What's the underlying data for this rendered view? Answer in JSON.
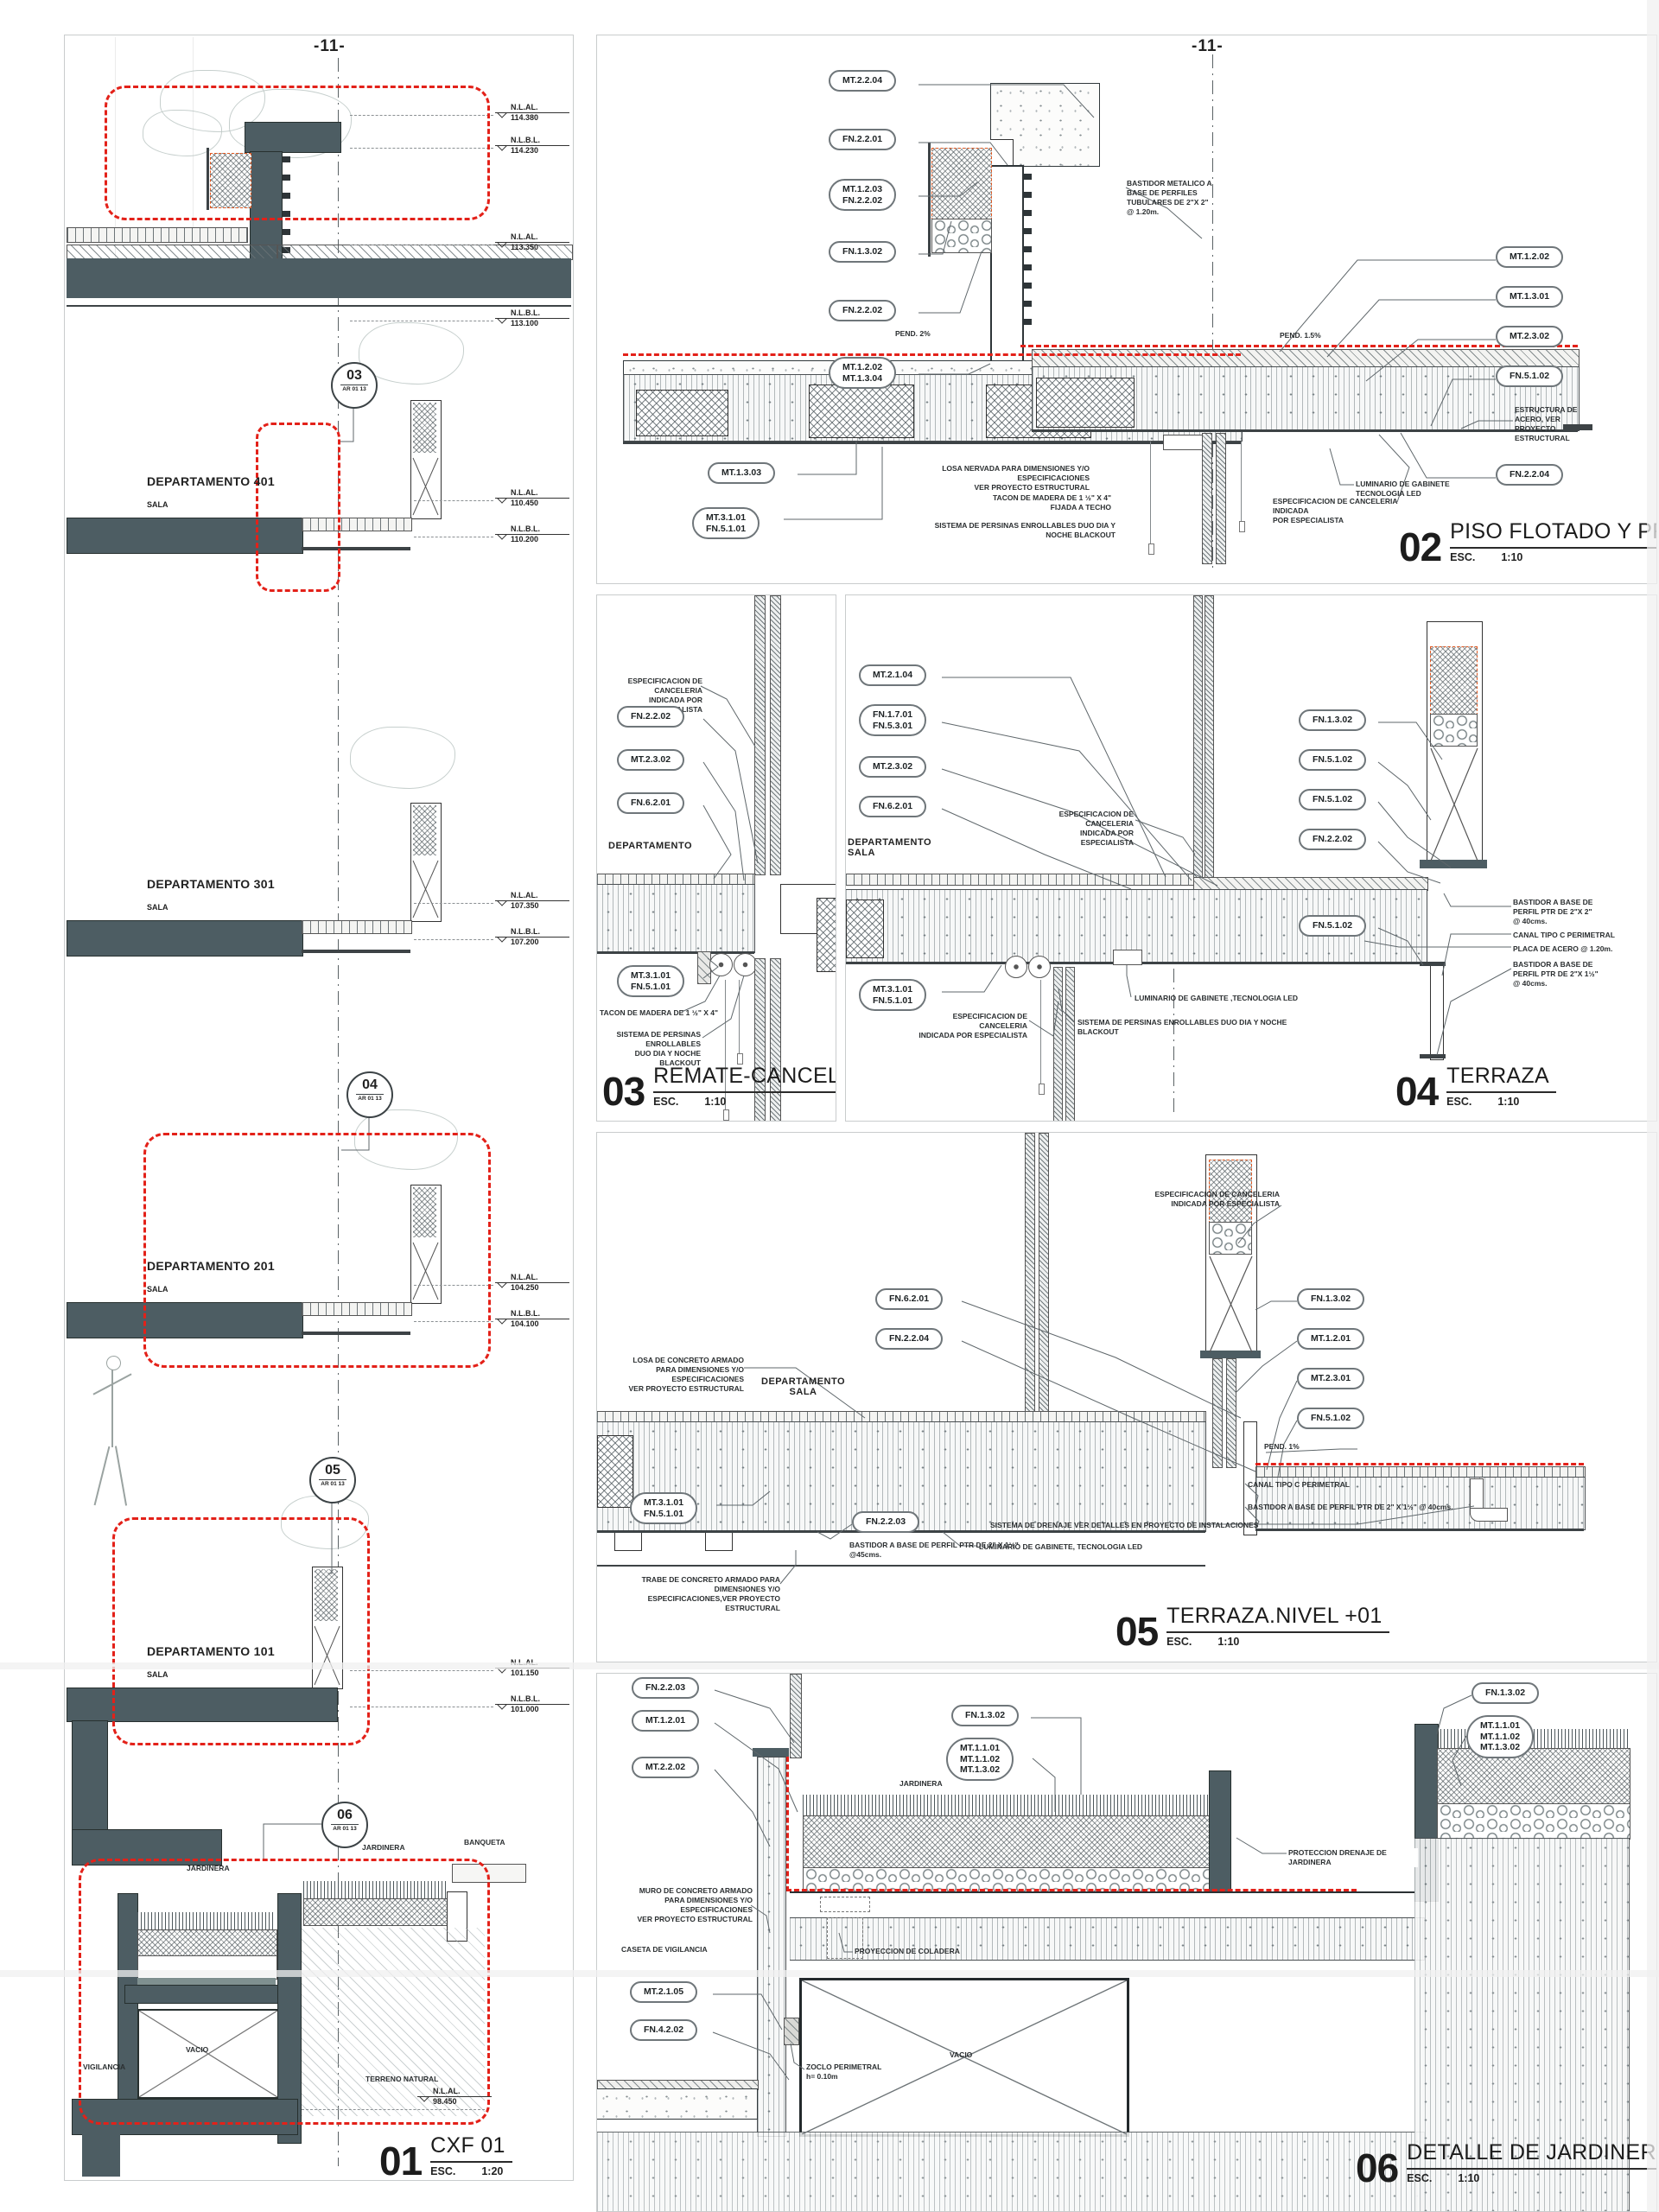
{
  "page": {
    "accent_red": "#e32119",
    "slate": "#4d5d63"
  },
  "left": {
    "grid": "-11-",
    "title": {
      "num": "01",
      "name": "CXF 01",
      "esc": "ESC.",
      "scale": "1:20"
    },
    "depts": [
      {
        "name": "DEPARTAMENTO 401",
        "room": "SALA"
      },
      {
        "name": "DEPARTAMENTO 301",
        "room": "SALA"
      },
      {
        "name": "DEPARTAMENTO 201",
        "room": "SALA"
      },
      {
        "name": "DEPARTAMENTO 101",
        "room": "SALA"
      }
    ],
    "levels": [
      {
        "tag": "N.L.AL.",
        "val": "114.380"
      },
      {
        "tag": "N.L.B.L.",
        "val": "114.230"
      },
      {
        "tag": "N.L.AL.",
        "val": "113.350"
      },
      {
        "tag": "N.L.B.L.",
        "val": "113.100"
      },
      {
        "tag": "N.L.AL.",
        "val": "110.450"
      },
      {
        "tag": "N.L.B.L.",
        "val": "110.200"
      },
      {
        "tag": "N.L.AL.",
        "val": "107.350"
      },
      {
        "tag": "N.L.B.L.",
        "val": "107.200"
      },
      {
        "tag": "N.L.AL.",
        "val": "104.250"
      },
      {
        "tag": "N.L.B.L.",
        "val": "104.100"
      },
      {
        "tag": "N.L.AL.",
        "val": "101.150"
      },
      {
        "tag": "N.L.B.L.",
        "val": "101.000"
      },
      {
        "tag": "N.L.AL.",
        "val": "98.450"
      }
    ],
    "bubbles": [
      {
        "n": "03",
        "r": "AR 01 13"
      },
      {
        "n": "04",
        "r": "AR 01 13"
      },
      {
        "n": "05",
        "r": "AR 01 13"
      },
      {
        "n": "06",
        "r": "AR 01 13"
      }
    ],
    "notes": {
      "jardinera": "JARDINERA",
      "jardinera2": "JARDINERA",
      "banqueta": "BANQUETA",
      "vigilancia": "VIGILANCIA",
      "vacio": "VACIO",
      "terreno": "TERRENO NATURAL"
    }
  },
  "d02": {
    "grid": "-11-",
    "title": {
      "num": "02",
      "name": "PISO FLOTADO Y PRETIL",
      "esc": "ESC.",
      "scale": "1:10"
    },
    "bl": [
      "MT.2.2.04",
      "FN.2.2.01",
      "MT.1.2.03\nFN.2.2.02",
      "FN.1.3.02",
      "FN.2.2.02",
      "MT.1.2.02\nMT.1.3.04",
      "MT.1.3.03",
      "MT.3.1.01\nFN.5.1.01"
    ],
    "br": [
      "MT.1.2.02",
      "MT.1.3.01",
      "MT.2.3.02",
      "FN.5.1.02",
      "FN.2.2.04"
    ],
    "notes": {
      "pend2": "PEND. 2%",
      "pend15": "PEND. 1.5%",
      "bastidor": "BASTIDOR METALICO A\nBASE DE PERFILES\nTUBULARES DE 2\"X 2\"\n@ 1.20m.",
      "losa": "LOSA NERVADA PARA DIMENSIONES Y/O ESPECIFICACIONES\nVER PROYECTO ESTRUCTURAL",
      "tacon": "TACON DE MADERA DE 1 ½\" X 4\" FIJADA A TECHO",
      "persianas": "SISTEMA DE PERSINAS ENROLLABLES DUO DIA Y NOCHE BLACKOUT",
      "canceleria": "ESPECIFICACION DE CANCELERIA INDICADA\nPOR ESPECIALISTA",
      "luminario": "LUMINARIO  DE  GABINETE TECNOLOGIA LED",
      "acero": "ESTRUCTURA DE\nACERO, VER\nPROYECTO\nESTRUCTURAL"
    }
  },
  "d03": {
    "title": {
      "num": "03",
      "name": "REMATE-CANCEL",
      "esc": "ESC.",
      "scale": "1:10"
    },
    "b": [
      "FN.2.2.02",
      "MT.2.3.02",
      "FN.6.2.01",
      "MT.3.1.01\nFN.5.1.01"
    ],
    "room": "DEPARTAMENTO",
    "notes": {
      "canceleria": "ESPECIFICACION DE CANCELERIA\nINDICADA POR ESPECIALISTA",
      "tacon": "TACON DE MADERA DE 1 ½\" X 4\"",
      "persianas": "SISTEMA DE PERSINAS  ENROLLABLES\nDUO DIA Y NOCHE BLACKOUT"
    }
  },
  "d04": {
    "title": {
      "num": "04",
      "name": "TERRAZA",
      "esc": "ESC.",
      "scale": "1:10"
    },
    "bl": [
      "MT.2.1.04",
      "FN.1.7.01\nFN.5.3.01",
      "MT.2.3.02",
      "FN.6.2.01",
      "MT.3.1.01\nFN.5.1.01"
    ],
    "br": [
      "FN.1.3.02",
      "FN.5.1.02",
      "FN.5.1.02",
      "FN.2.2.02",
      "FN.5.1.02"
    ],
    "room": "DEPARTAMENTO\nSALA",
    "notes": {
      "canceleria1": "ESPECIFICACION DE CANCELERIA\nINDICADA POR ESPECIALISTA",
      "canceleria2": "ESPECIFICACION DE CANCELERIA\nINDICADA POR ESPECIALISTA",
      "bastidor1": "BASTIDOR A BASE DE\nPERFIL PTR DE 2\"X 2\"\n@ 40cms.",
      "canal": "CANAL TIPO C PERIMETRAL",
      "placa": "PLACA DE ACERO @ 1.20m.",
      "bastidor2": "BASTIDOR A BASE DE\nPERFIL PTR DE 2\"X 1½\"\n@ 40cms.",
      "luminario": "LUMINARIO DE GABINETE ,TECNOLOGIA LED",
      "persianas": "SISTEMA DE PERSINAS ENROLLABLES DUO DIA Y NOCHE BLACKOUT"
    }
  },
  "d05": {
    "title": {
      "num": "05",
      "name": "TERRAZA.NIVEL +01",
      "esc": "ESC.",
      "scale": "1:10"
    },
    "b": [
      "FN.6.2.01",
      "FN.2.2.04",
      "FN.1.3.02",
      "MT.1.2.01",
      "MT.2.3.01",
      "FN.5.1.02",
      "MT.3.1.01\nFN.5.1.01",
      "FN.2.2.03"
    ],
    "room": "DEPARTAMENTO\nSALA",
    "notes": {
      "canceleria": "ESPECIFICACION DE CANCELERIA\nINDICADA POR ESPECIALISTA",
      "losa": "LOSA DE CONCRETO ARMADO\nPARA DIMENSIONES Y/O ESPECIFICACIONES\nVER PROYECTO ESTRUCTURAL",
      "pend": "PEND. 1%",
      "canal": "CANAL TIPO C PERIMETRAL",
      "bastidor1": "BASTIDOR A BASE DE PERFIL PTR DE 2\" X 1½\" @ 40cms.",
      "drenaje": "SISTEMA DE DRENAJE VER DETALLES EN PROYECTO DE INSTALACIONES",
      "luminario": "LUMINARIO DE GABINETE, TECNOLOGIA LED",
      "bastidor2": "BASTIDOR A BASE DE PERFIL PTR DE 2\" X 1½\" @45cms.",
      "trabe": "TRABE DE CONCRETO ARMADO PARA DIMENSIONES Y/O\nESPECIFICACIONES,VER PROYECTO ESTRUCTURAL"
    }
  },
  "d06": {
    "title": {
      "num": "06",
      "name": "DETALLE DE JARDINERAS",
      "esc": "ESC.",
      "scale": "1:10"
    },
    "b": [
      "FN.2.2.03",
      "MT.1.2.01",
      "MT.2.2.02",
      "FN.1.3.02",
      "MT.1.1.01\nMT.1.1.02\nMT.1.3.02",
      "FN.1.3.02",
      "MT.1.1.01\nMT.1.1.02\nMT.1.3.02",
      "MT.2.1.05",
      "FN.4.2.02"
    ],
    "notes": {
      "muro": "MURO DE CONCRETO ARMADO\nPARA DIMENSIONES Y/O ESPECIFICACIONES\nVER PROYECTO ESTRUCTURAL",
      "caseta": "CASETA DE VIGILANCIA",
      "jardinera": "JARDINERA",
      "coladera": "PROYECCION DE COLADERA",
      "zoclo": "ZOCLO PERIMETRAL\nh= 0.10m",
      "vacio": "VACIO",
      "proteccion": "PROTECCION DRENAJE DE JARDINERA"
    }
  }
}
